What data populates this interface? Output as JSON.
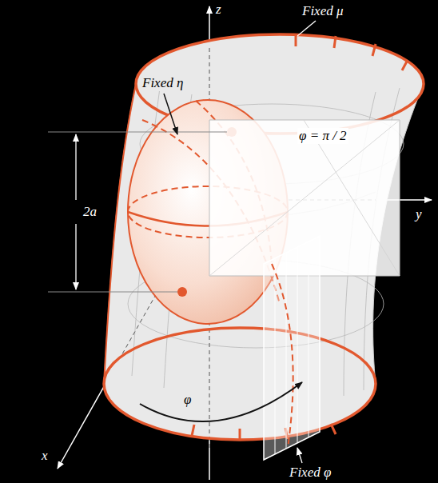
{
  "diagram": {
    "labels": [
      "z",
      "Fixed μ",
      "Fixed η",
      "φ = π / 2",
      "y",
      "2a",
      "x",
      "φ",
      "Fixed φ"
    ]
  }
}
